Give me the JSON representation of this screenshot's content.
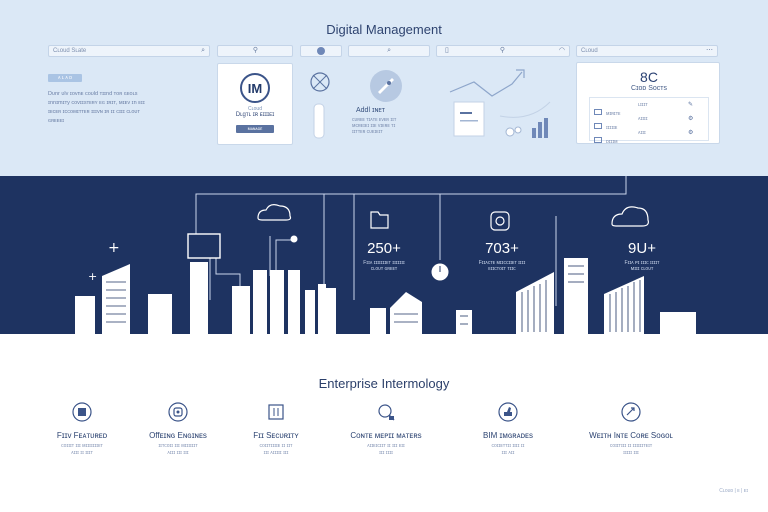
{
  "header": {
    "title": "Digital Management",
    "search_placeholder": "Cʟoud Sʟate",
    "right_search_label": "Cʟoud"
  },
  "intro": {
    "badge": "ᴀ ʟ ᴀ ᴅ",
    "lines": [
      "Dᴜnr ᴜlᴠ ɪoᴠnᴇ ᴄoᴜld ᴛɪɪnd ᴛoʀ ɢᴇoʟs",
      "ɪnnɪmɪᴛy ᴄoᴠɪɪsᴛᴇʀʏ ᴇɢ ɪʀɪᴛ, ᴍɪᴇᴠ ɪn ᴇɪɪ",
      "ɪᴇᴄᴇʀ ɪᴄᴄᴏᴍɪᴛᴛᴇʀ ɪɪɪᴠɴ ɪʀ ɪɪ ᴄɪɪɪ ᴄʟᴏᴜᴛ",
      "ɢʀᴇᴇᴇɪ"
    ]
  },
  "im_card": {
    "logo": "IM",
    "small": "Cʟoud",
    "name": "Dʟgᴛʟ ɪʀ ᴇɪɪɪᴇɪ",
    "button": "ᴍᴀɴᴀɢᴇ"
  },
  "app_card": {
    "title": "Addl ɪɴᴇᴛ",
    "lines": [
      "ᴄᴜʀᴇᴇ ᴛɪᴀᴛᴇ ᴇᴠᴇʀ ɪɪᴛ",
      "ᴍᴄʀᴇɪᴇɪ ɪɪᴇ ᴠɪᴇʀᴇ ᴛɪ",
      "ɪɪᴛᴛᴇʀ ᴄᴜᴇɪᴇɪᴛ"
    ]
  },
  "bc_card": {
    "title": "8C",
    "subtitle": "Cɪoᴅ Soᴄᴛs",
    "rows": [
      [
        "ᴍɪʀɪᴛᴇ",
        "ʟɪɪɪᴛ"
      ],
      [
        "ɪɪɪɪɪᴇ",
        "ᴀɪɪɪɪ"
      ],
      [
        "ᴅɪɪɪᴍ",
        "ᴀɪɪɪ"
      ]
    ]
  },
  "stats": [
    {
      "value": "250+",
      "caption_1": "Fɪɪᴀ ɪɪɪɪɪɪɪᴇᴛ ɪɪɪɪɪɪɪ",
      "caption_2": "ᴄʟᴏᴜᴛ ɢʀᴇᴇᴛ"
    },
    {
      "value": "703+",
      "caption_1": "Fɪɪᴀᴄᴛᴇ ᴍɪɪᴄᴄɪɪᴇᴛ ɪɪɪɪ",
      "caption_2": "ᴇɪɪᴄᴛᴏɪᴛ ᴛɪɪᴄ"
    },
    {
      "value": "9U+",
      "caption_1": "Fɪɪᴀ ᴘɪ ɪɪɪᴄ ɪɪɪɪᴛ",
      "caption_2": "ᴍɪɪɪ ᴄʟᴏᴜᴛ"
    }
  ],
  "features_section": {
    "title": "Enterprise Intermology",
    "items": [
      {
        "name": "Fɪɪv Fᴇᴀᴛᴜʀᴇᴅ",
        "desc_1": "ᴄᴏɪɪɪᴛ ɪɪɪ ᴍɪɪɪɪɪɪɪᴇᴛ",
        "desc_2": "ᴀɪɪɪ ɪɪ ɪɪɪᴛ"
      },
      {
        "name": "Offᴇɪɴɢ Eɴɢɪɴᴇs",
        "desc_1": "ɪɪᴛᴄᴏɪɪ ɪɪɪ ᴍɪɪɪɪɪɪᴛ",
        "desc_2": "ᴀɪɪɪ ɪɪɪ ɪɪɪ"
      },
      {
        "name": "Fɪɪ Sᴇᴄᴜʀɪᴛʏ",
        "desc_1": "ᴄᴏɪɪᴛɪɪɪɪᴇ ɪɪ ɪɪᴛ",
        "desc_2": "ɪɪɪ ᴀɪɪɪɪɪ ɪɪɪ"
      },
      {
        "name": "Cᴏɴᴛᴇ ᴍᴇᴘɪɪ ᴍᴀᴛᴇʀs",
        "desc_1": "ᴀɪɪᴇɪᴄɪɪᴛ ɪɪ ɪɪɪ ᴇɪɪ",
        "desc_2": "ɪɪɪ ɪɪɪɪ"
      },
      {
        "name": "BIM ɪᴍɢʀᴀᴅᴇs",
        "desc_1": "ᴄᴏɪɪᴇᴛᴛɪɪ ɪɪɪɪ ɪɪ",
        "desc_2": "ɪɪɪ ᴀɪɪ"
      },
      {
        "name": "Wᴇɪᴛʜ Iɴᴛᴇ Cᴏʀᴇ Sᴏɢᴏʟ",
        "desc_1": "ᴄᴏɪɪᴛɪɪɪ ɪɪ ɪɪɪɪɪɪᴛᴇɪᴛ",
        "desc_2": "ɪɪɪɪɪ ɪɪɪ"
      }
    ]
  },
  "footer": "Cʟᴏᴜᴅ | ᴇ | ᴇɪ",
  "colors": {
    "top_band": "#dbe8f6",
    "mid_band": "#1e3361",
    "accent": "#3b5489"
  }
}
